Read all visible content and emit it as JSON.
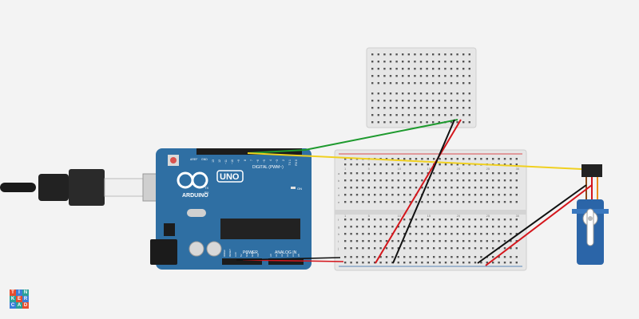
{
  "board": {
    "brand": "ARDUINO",
    "model": "UNO",
    "digital_label": "DIGITAL (PWM~)",
    "power_label": "POWER",
    "analog_label": "ANALOG IN",
    "aref_label": "AREF",
    "gnd_label": "GND",
    "on_label": "ON",
    "l_label": "L",
    "tx_label": "TX",
    "rx_label": "RX",
    "digital_pins": [
      "13",
      "12",
      "~11",
      "~10",
      "~9",
      "8",
      "7",
      "~6",
      "~5",
      "4",
      "~3",
      "2",
      "TX 1",
      "RX 0"
    ],
    "power_pins": [
      "IOREF",
      "RESET",
      "3.3V",
      "5V",
      "GND",
      "GND",
      "Vin"
    ],
    "analog_pins": [
      "A0",
      "A1",
      "A2",
      "A3",
      "A4",
      "A5"
    ]
  },
  "breadboard": {
    "row_letters": [
      "a",
      "b",
      "c",
      "d",
      "e",
      "f",
      "g",
      "h",
      "i",
      "j"
    ],
    "column_numbers": [
      "1",
      "5",
      "10",
      "15",
      "20",
      "25",
      "30"
    ]
  },
  "logo": {
    "letters": [
      "T",
      "I",
      "N",
      "K",
      "E",
      "R",
      "C",
      "A",
      "D"
    ]
  },
  "colors": {
    "background": "#f3f3f3",
    "board_blue": "#2f6fa3",
    "breadboard": "#e6e6e6",
    "wire_green": "#1e9a2e",
    "wire_yellow": "#f0d020",
    "wire_red": "#d4161c",
    "wire_black": "#111111",
    "servo_blue": "#2b65a8"
  }
}
